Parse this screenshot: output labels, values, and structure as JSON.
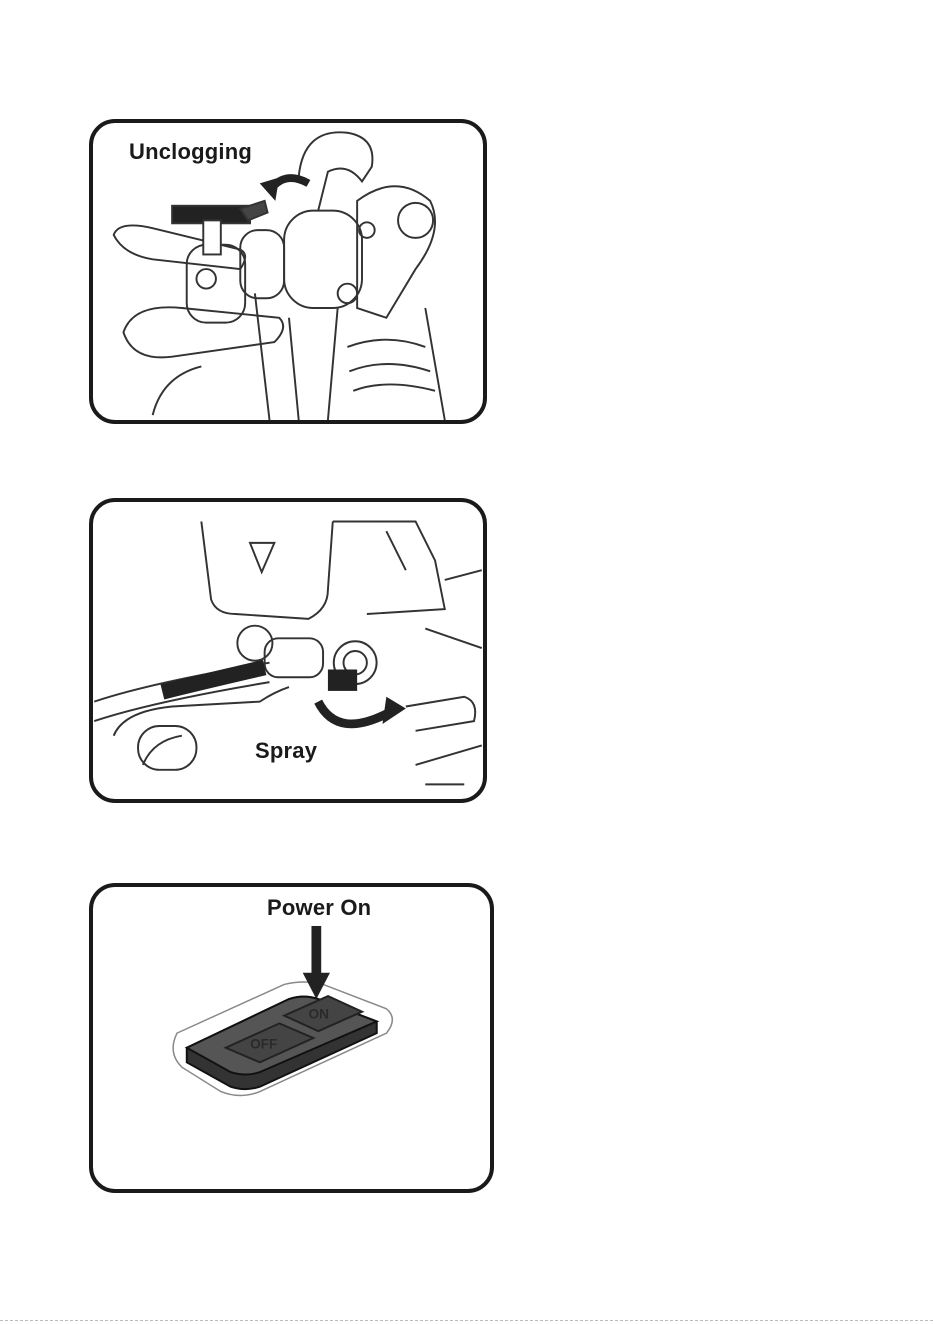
{
  "panels": [
    {
      "id": "unclogging",
      "label": "Unclogging",
      "illustration": "spray-gun-tip-rotated-unclog-icon"
    },
    {
      "id": "spray",
      "label": "Spray",
      "illustration": "spray-tip-rotated-spray-icon"
    },
    {
      "id": "power-on",
      "label": "Power On",
      "illustration": "power-switch-press-icon"
    }
  ]
}
